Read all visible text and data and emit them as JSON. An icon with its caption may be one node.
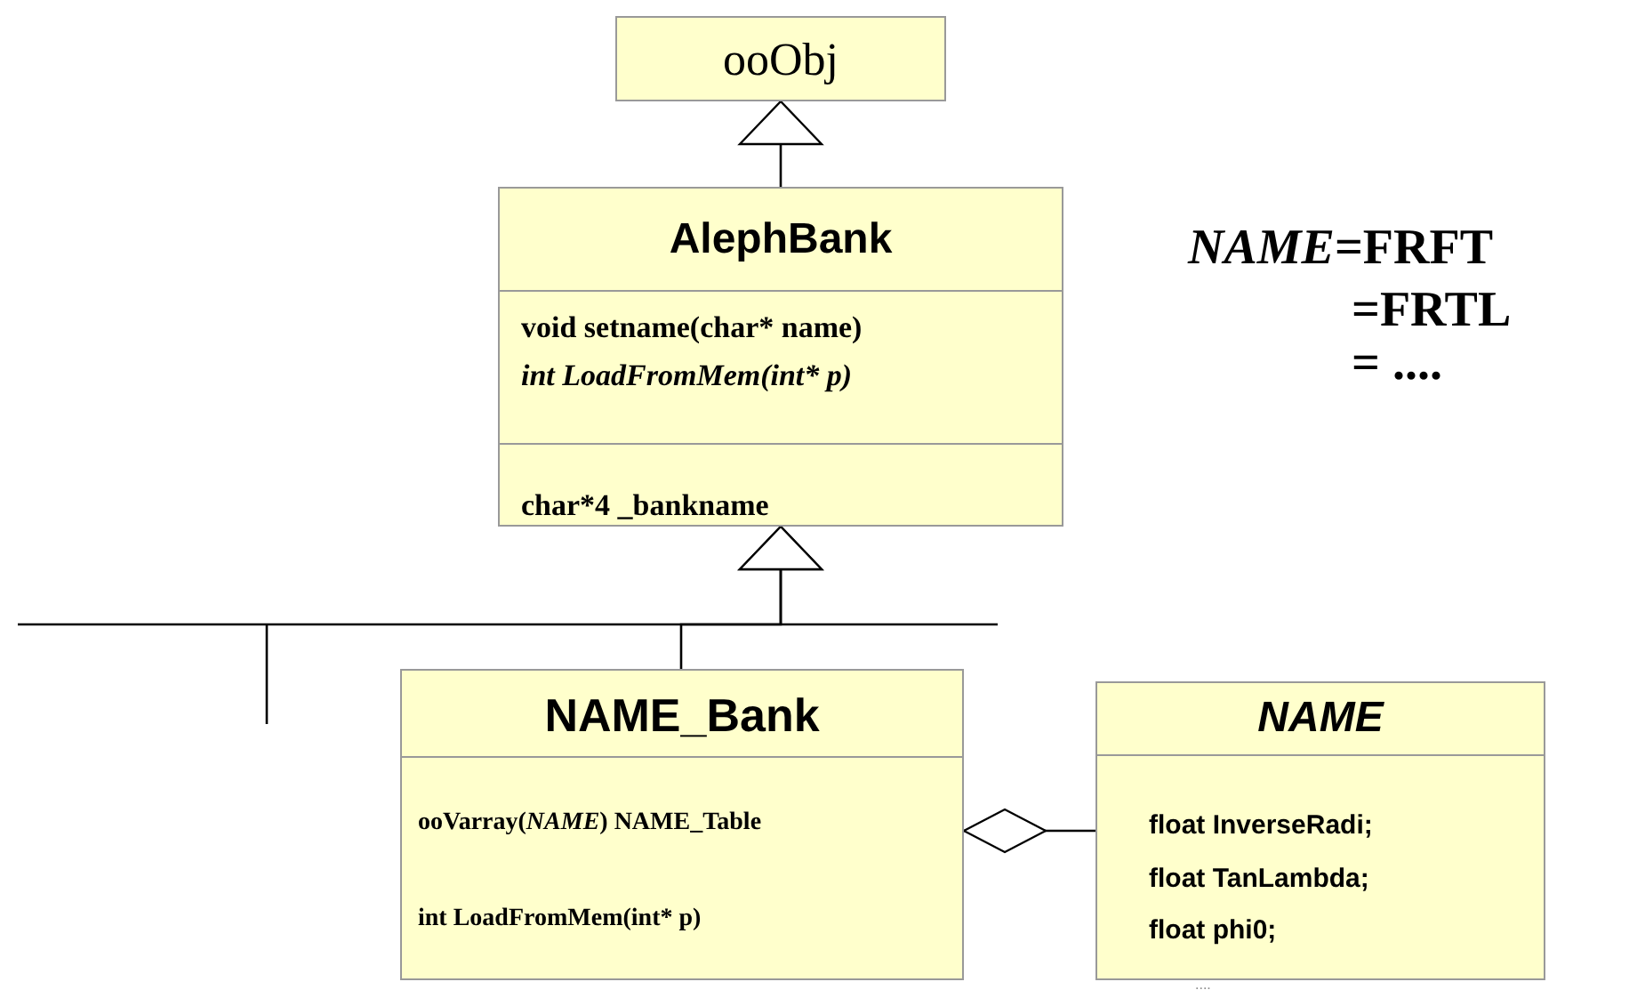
{
  "diagram": {
    "nodes": [
      {
        "text": [
          "ooObj"
        ]
      },
      {
        "text": [
          "AlephBank",
          "void setname(char* name)",
          "int LoadFromMem(int* p)",
          "char*4 _bankname"
        ]
      },
      {
        "text": [
          "NAME_Bank",
          "ooVarray(*NAME*) NAME_Table",
          "int LoadFromMem(int* p)"
        ]
      },
      {
        "text": [
          "NAME",
          "float InverseRadi;",
          "float TanLambda;",
          "float phi0;"
        ],
        "beside": [
          "...."
        ]
      }
    ],
    "edges": [
      {
        "from": 1,
        "to": 0,
        "arrow": "to"
      },
      {
        "from": 2,
        "to": 1,
        "arrow": "to"
      },
      {
        "from": null,
        "to": 1,
        "arrow": "to"
      },
      {
        "from": 2,
        "to": 3,
        "arrow": "other"
      }
    ],
    "labels": [
      "*NAME*=FRFT",
      "=FRTL",
      "= ...."
    ]
  }
}
